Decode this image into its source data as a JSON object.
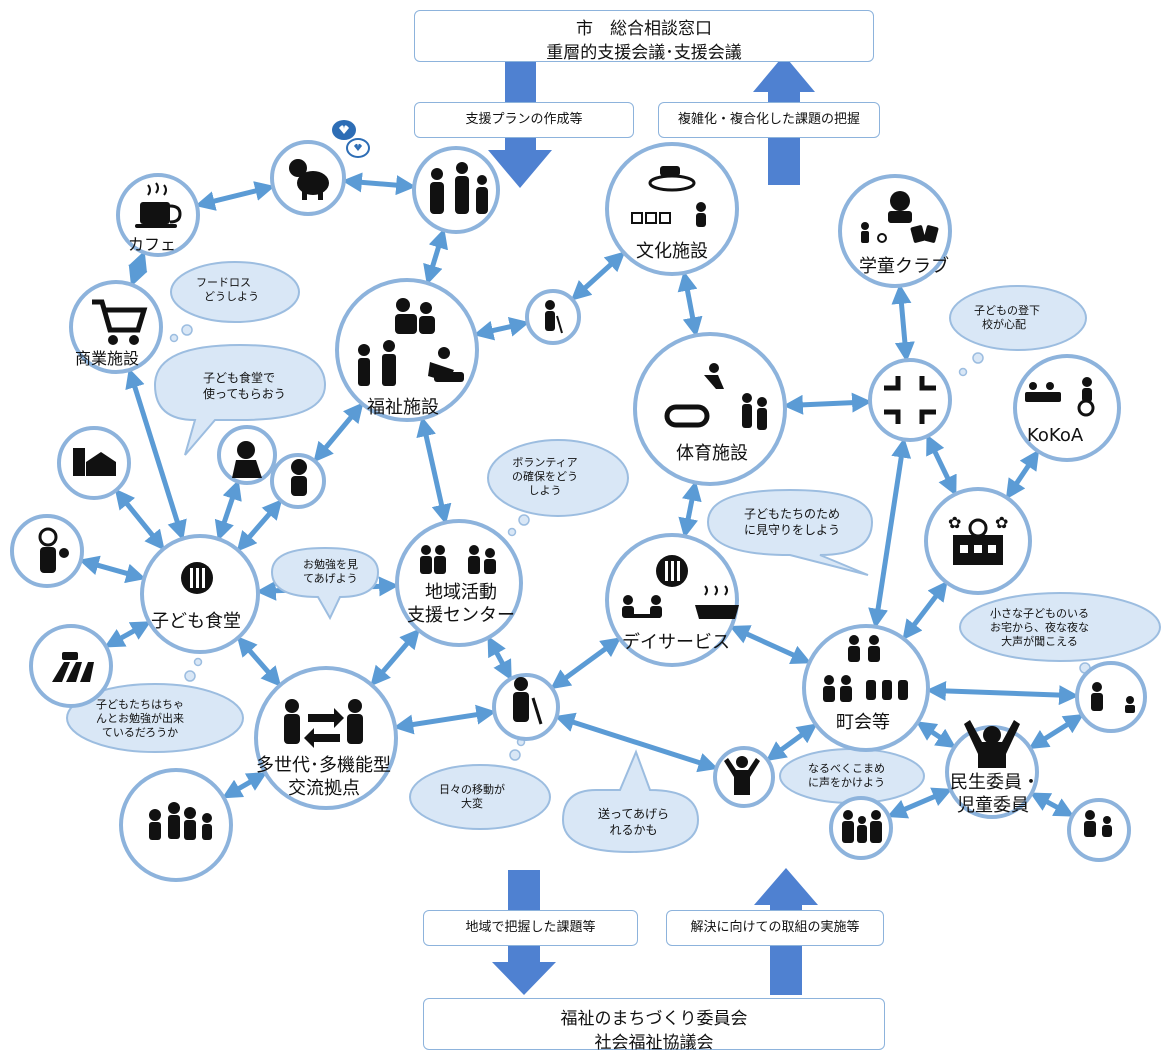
{
  "header": {
    "line1": "市　総合相談窓口",
    "line2": "重層的支援会議･支援会議"
  },
  "footer": {
    "line1": "福祉のまちづくり委員会",
    "line2": "社会福祉協議会"
  },
  "flow_labels": {
    "down_top": "支援プランの作成等",
    "up_top": "複雑化・複合化した課題の把握",
    "down_bottom": "地域で把握した課題等",
    "up_bottom": "解決に向けての取組の実施等"
  },
  "nodes": {
    "cafe": "カフェ",
    "commerce": "商業施設",
    "welfare": "福祉施設",
    "culture": "文化施設",
    "gakudo": "学童クラブ",
    "sports": "体育施設",
    "kokoa": "KoKoA",
    "kodomo_shokudo": "子ども食堂",
    "center_line1": "地域活動",
    "center_line2": "支援センター",
    "day_service": "デイサービス",
    "chokai": "町会等",
    "tasedai_line1": "多世代･多機能型",
    "tasedai_line2": "交流拠点",
    "minsei_line1": "民生委員・",
    "minsei_line2": "児童委員"
  },
  "thoughts": {
    "food_loss": [
      "フードロス",
      "どうしよう"
    ],
    "kids_walk": [
      "子どもの登下",
      "校が心配"
    ],
    "volunteer": [
      "ボランティア",
      "の確保をどう",
      "しよう"
    ],
    "kids_study": [
      "子どもたちはちゃ",
      "んとお勉強が出来",
      "ているだろうか"
    ],
    "daily_move": [
      "日々の移動が",
      "大変"
    ],
    "night_voice": [
      "小さな子どものいる",
      "お宅から、夜な夜な",
      "大声が聞こえる"
    ]
  },
  "ideas": {
    "use_shokudo": [
      "子ども食堂で",
      "使ってもらおう"
    ],
    "watch_kids": [
      "子どもたちのため",
      "に見守りをしよう"
    ],
    "teach_study": [
      "お勉強を見",
      "てあげよう"
    ],
    "give_ride": [
      "送ってあげら",
      "れるかも"
    ],
    "call_out": [
      "なるべくこまめ",
      "に声をかけよう"
    ]
  },
  "colors": {
    "circle_border": "#8db3dc",
    "arrow": "#5b9bd5",
    "flow_arrow": "#4f81d1",
    "bubble_fill": "#d9e7f6",
    "bubble_border": "#9cbde0",
    "person_icon": "#5b8cc9"
  }
}
